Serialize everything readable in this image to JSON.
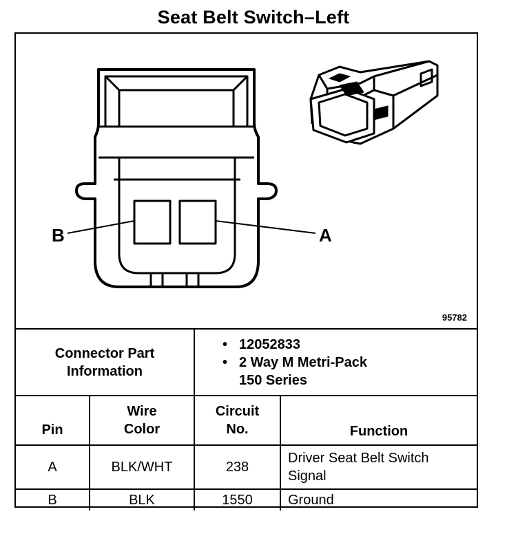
{
  "title": "Seat Belt Switch–Left",
  "figure_number": "95782",
  "pin_labels": {
    "left": "B",
    "right": "A"
  },
  "connector_info": {
    "label_line1": "Connector Part",
    "label_line2": "Information",
    "part_number": "12052833",
    "description_line1": "2 Way M Metri-Pack",
    "description_line2": "150 Series",
    "bullet": "•"
  },
  "table": {
    "headers": {
      "pin": "Pin",
      "wire_color_line1": "Wire",
      "wire_color_line2": "Color",
      "circuit_line1": "Circuit",
      "circuit_line2": "No.",
      "function": "Function"
    },
    "rows": [
      {
        "pin": "A",
        "wire_color": "BLK/WHT",
        "circuit": "238",
        "function_line1": "Driver Seat Belt Switch",
        "function_line2": "Signal"
      },
      {
        "pin": "B",
        "wire_color": "BLK",
        "circuit": "1550",
        "function_line1": "Ground",
        "function_line2": ""
      }
    ]
  }
}
